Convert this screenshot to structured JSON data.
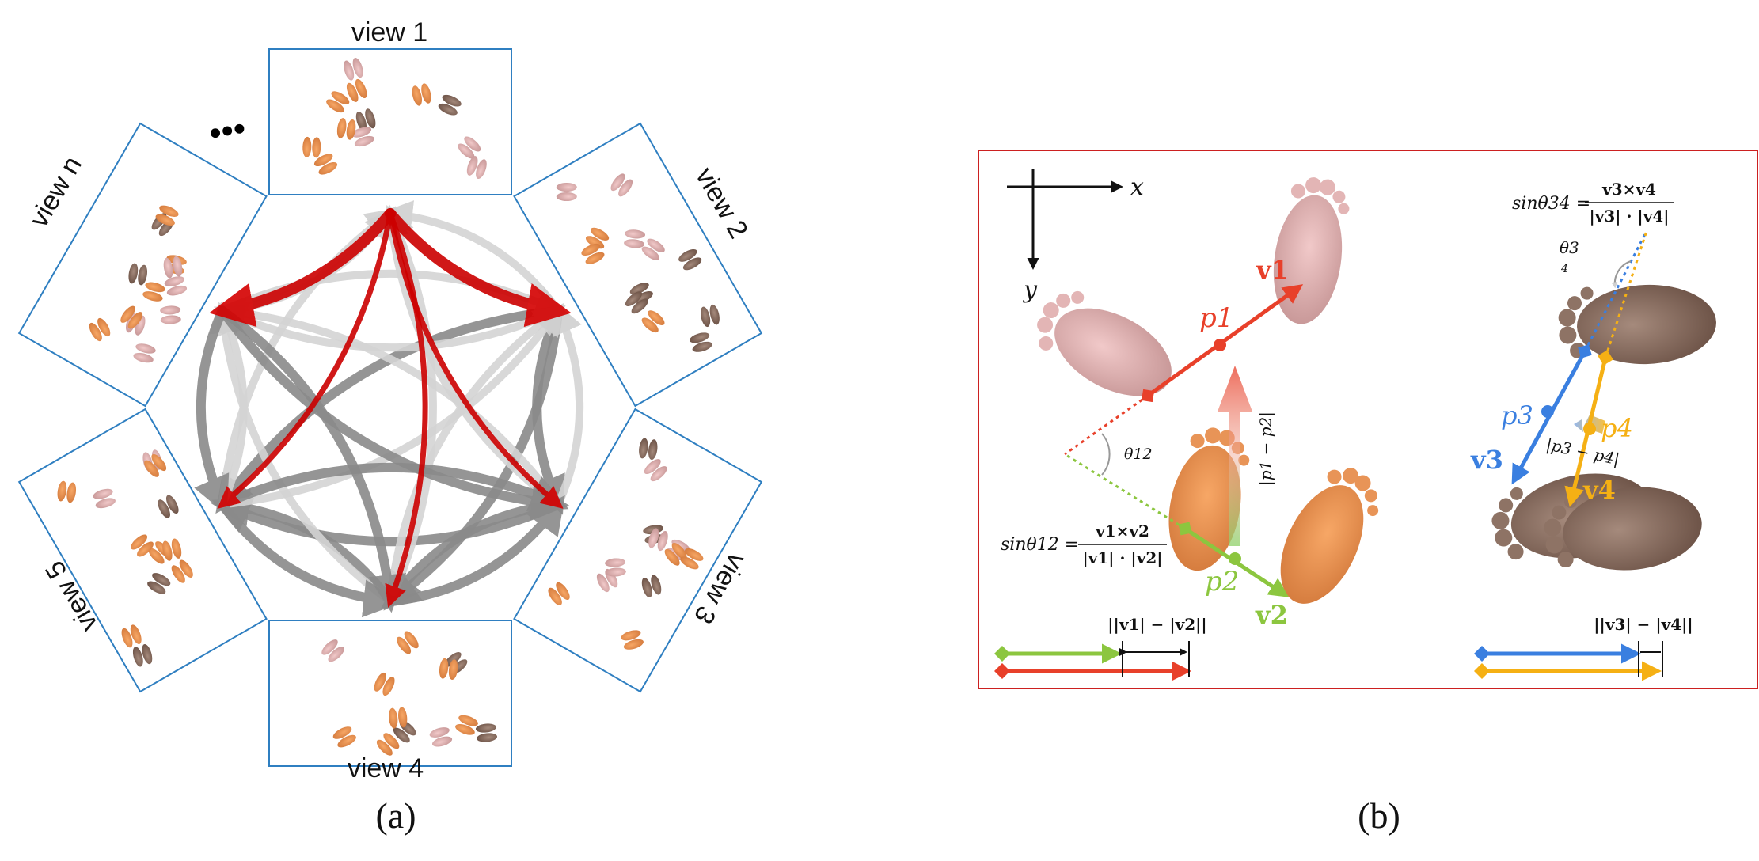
{
  "panel_a": {
    "views": [
      {
        "label": "view 1"
      },
      {
        "label": "view 2"
      },
      {
        "label": "view 3"
      },
      {
        "label": "view 4"
      },
      {
        "label": "view 5"
      },
      {
        "label": "view n"
      }
    ],
    "ellipsis": "•••",
    "caption": "(a)"
  },
  "panel_b": {
    "caption": "(b)",
    "axis_x": "x",
    "axis_y": "y",
    "labels": {
      "v1": "v1",
      "v2": "v2",
      "v3": "v3",
      "v4": "v4",
      "p1": "p1",
      "p2": "p2",
      "p3": "p3",
      "p4": "p4",
      "theta12": "θ12",
      "theta34": "θ3",
      "theta34_sub": "4",
      "diff12": "|p1 − p2|",
      "diff34": "|p3 − p4|",
      "sin12": "sinθ12 =",
      "sin12_num": "v1×v2",
      "sin12_den": "|v1| · |v2|",
      "sin34": "sinθ34 =",
      "sin34_num": "v3×v4",
      "sin34_den": "|v3| · |v4|",
      "len12": "||v1| − |v2||",
      "len34": "||v3| − |v4||"
    },
    "colors": {
      "frame": "#cc2020",
      "v1": "#e8402a",
      "v2": "#8cc63f",
      "v3": "#3a7fe0",
      "v4": "#f5b014"
    }
  },
  "colors": {
    "view_border": "#2f7fc1",
    "arrow_red": "#cc0000",
    "arrow_light": "#d4d4d4",
    "arrow_dark": "#8a8a8a"
  }
}
